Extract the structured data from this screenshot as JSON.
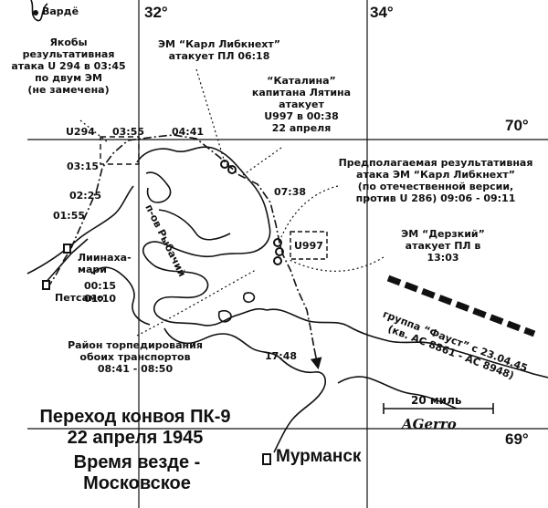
{
  "map": {
    "grid_labels": {
      "lon_32": "32°",
      "lon_34": "34°",
      "lat_70": "70°",
      "lat_69": "69°"
    },
    "places": {
      "vardo": "Вардё",
      "petsamo": "Петсамо",
      "murmansk": "Мурманск",
      "peninsula": "п-ов Рыбачий",
      "liinahamari": [
        "Лиинаха-",
        "мари"
      ]
    },
    "submarines": {
      "u294": "U294",
      "u997": "U997"
    },
    "times": {
      "t0355": "03:55",
      "t0441": "04:41",
      "t0315": "03:15",
      "t0225": "02:25",
      "t0155": "01:55",
      "t0738": "07:38",
      "t0015": "00:15",
      "t0110": "01:10",
      "t1748": "17:48"
    },
    "annotations": {
      "u294_attack": [
        "Якобы",
        "результативная",
        "атака U 294 в 03:45",
        "по двум ЭМ",
        "(не замечена)"
      ],
      "liebknecht_attack": [
        "ЭМ “Карл Либкнехт”",
        "атакует ПЛ 06:18"
      ],
      "catalina": [
        "“Каталина”",
        "капитана Лятина",
        "атакует",
        "U997 в 00:38",
        "22 апреля"
      ],
      "presumed": [
        "Предполагаемая результативная",
        "атака ЭМ “Карл Либкнехт”",
        "(по отечественной версии,",
        "против U 286) 09:06 - 09:11"
      ],
      "derzkiy": [
        "ЭМ “Дерзкий”",
        "атакует ПЛ в",
        "13:03"
      ],
      "faust": [
        "группа “Фауст” с 23.04.45",
        "(кв. АС 8861 - АС 8948)"
      ],
      "torpedo": [
        "Район торпедирования",
        "обоих транспортов",
        "08:41 - 08:50"
      ]
    },
    "scale": "20 миль",
    "signature": "AGerro",
    "title": [
      "Переход конвоя ПК-9",
      "22 апреля 1945"
    ],
    "time_note": [
      "Время везде -",
      "Московское"
    ]
  }
}
